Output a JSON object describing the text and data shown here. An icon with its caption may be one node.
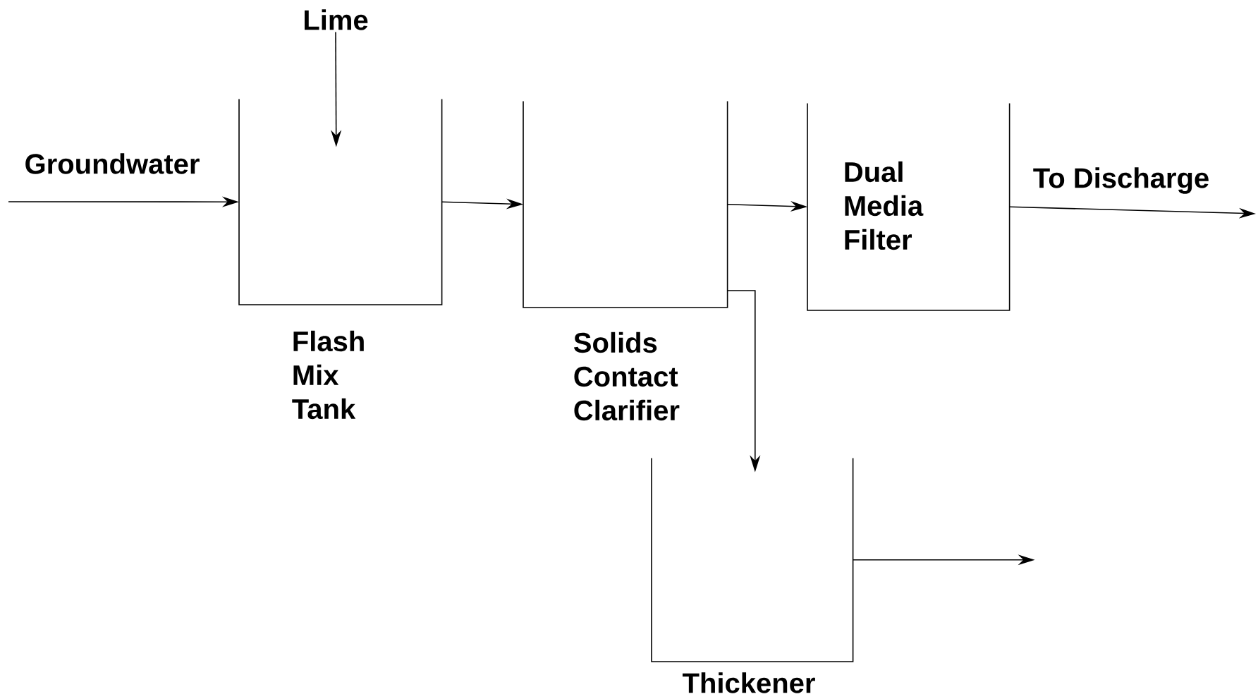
{
  "diagram": {
    "nodes": [
      {
        "text": [
          "Lime"
        ]
      },
      {
        "text": [
          "Flash Mix Tank"
        ]
      },
      {
        "text": [
          "Solids Contact Clarifier"
        ]
      },
      {
        "text": [
          "Dual Media Filter"
        ]
      },
      {
        "text": [
          "Thickener"
        ]
      }
    ],
    "edges": [
      {
        "from": 0,
        "to": 1,
        "arrow": "to"
      },
      {
        "from": null,
        "to": 1,
        "arrow": "to",
        "label": "Groundwater"
      },
      {
        "from": 1,
        "to": 2,
        "arrow": "to"
      },
      {
        "from": 2,
        "to": 3,
        "arrow": "to"
      },
      {
        "from": 3,
        "to": null,
        "arrow": "to",
        "label": "To Discharge"
      },
      {
        "from": 2,
        "to": 4,
        "arrow": "to"
      },
      {
        "from": 4,
        "to": null,
        "arrow": "to"
      }
    ]
  }
}
